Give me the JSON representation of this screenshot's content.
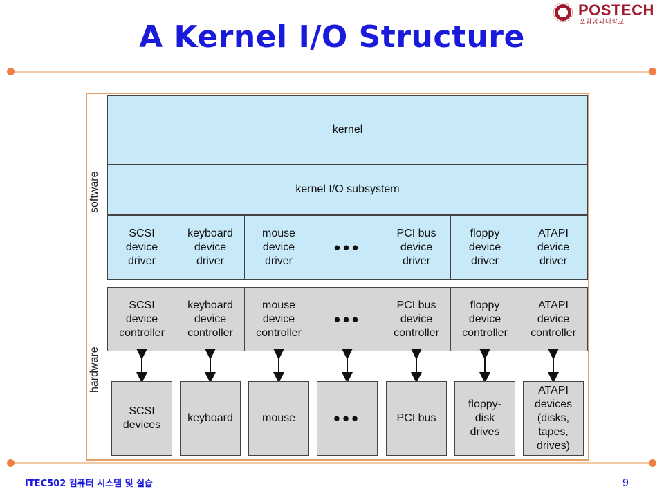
{
  "slide": {
    "title": "A Kernel I/O Structure",
    "footer": "ITEC502 컴퓨터 시스템 및 실습",
    "page_number": "9",
    "logo": {
      "name": "POSTECH",
      "subtitle": "포항공과대학교"
    }
  },
  "diagram": {
    "side_labels": {
      "software": "software",
      "hardware": "hardware"
    },
    "kernel": "kernel",
    "io_subsystem": "kernel I/O subsystem",
    "drivers": [
      "SCSI\ndevice\ndriver",
      "keyboard\ndevice\ndriver",
      "mouse\ndevice\ndriver",
      "•••",
      "PCI bus\ndevice\ndriver",
      "floppy\ndevice\ndriver",
      "ATAPI\ndevice\ndriver"
    ],
    "controllers": [
      "SCSI\ndevice\ncontroller",
      "keyboard\ndevice\ncontroller",
      "mouse\ndevice\ncontroller",
      "•••",
      "PCI bus\ndevice\ncontroller",
      "floppy\ndevice\ncontroller",
      "ATAPI\ndevice\ncontroller"
    ],
    "devices": [
      "SCSI\ndevices",
      "keyboard",
      "mouse",
      "•••",
      "PCI bus",
      "floppy-\ndisk\ndrives",
      "ATAPI\ndevices\n(disks,\ntapes,\ndrives)"
    ]
  },
  "colors": {
    "title": "#1a1adb",
    "software_fill": "#c8e9f8",
    "hardware_fill": "#d6d6d6",
    "rule": "#ef7f45",
    "frame": "#e2a16a"
  }
}
